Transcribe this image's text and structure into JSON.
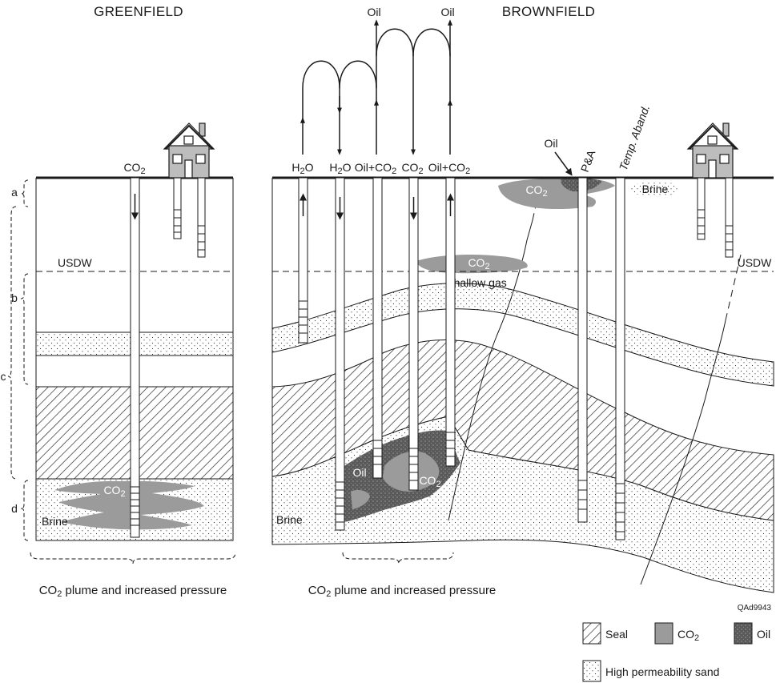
{
  "greenfield": {
    "title": "GREENFIELD",
    "well_label": "CO",
    "well_label_sub": "2",
    "usdw_label": "USDW",
    "plume_label": "CO",
    "plume_label_sub": "2",
    "brine_label": "Brine",
    "caption": "CO",
    "caption_sub": "2",
    "caption_rest": " plume and increased pressure",
    "brackets": [
      "a",
      "b",
      "c",
      "d"
    ]
  },
  "brownfield": {
    "title": "BROWNFIELD",
    "oil_out_1": "Oil",
    "oil_out_2": "Oil",
    "wells": [
      {
        "main": "H",
        "sub": "2",
        "rest": "O"
      },
      {
        "main": "H",
        "sub": "2",
        "rest": "O"
      },
      {
        "main": "Oil+CO",
        "sub": "2",
        "rest": ""
      },
      {
        "main": "CO",
        "sub": "2",
        "rest": ""
      },
      {
        "main": "Oil+CO",
        "sub": "2",
        "rest": ""
      }
    ],
    "oil_leak_label": "Oil",
    "pa_label": "P&A",
    "temp_aband_label": "Temp. Aband.",
    "surface_co2_label": "CO",
    "surface_co2_sub": "2",
    "surface_brine_label": "Brine",
    "usdw_label": "USDW",
    "shallow_co2_label": "CO",
    "shallow_co2_sub": "2",
    "shallow_gas_label": "Shallow gas",
    "reservoir_oil_label": "Oil",
    "reservoir_co2_label": "CO",
    "reservoir_co2_sub": "2",
    "brine_label": "Brine",
    "caption": "CO",
    "caption_sub": "2",
    "caption_rest": " plume and increased pressure",
    "figure_id": "QAd9943"
  },
  "legend": {
    "seal": "Seal",
    "co2": "CO",
    "co2_sub": "2",
    "oil": "Oil",
    "sand": "High permeability sand"
  }
}
